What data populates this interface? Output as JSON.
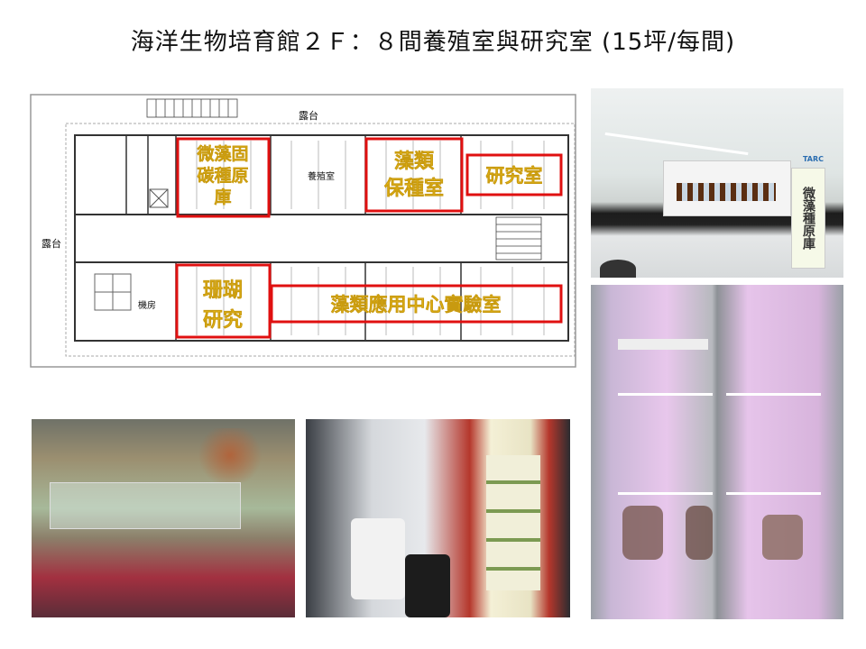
{
  "slide": {
    "title": "海洋生物培育館２Ｆ：８間養殖室與研究室 (15坪/每間)"
  },
  "floor_plan": {
    "labels": {
      "terrace_top": "露台",
      "terrace_left": "露台",
      "culture_room": "養殖室",
      "machine_room": "機房"
    },
    "highlighted_rooms": [
      {
        "lines": [
          "微藻固",
          "碳種原",
          "庫"
        ]
      },
      {
        "lines": [
          "藻類",
          "保種室"
        ]
      },
      {
        "lines": [
          "研究室"
        ]
      },
      {
        "lines": [
          "珊瑚",
          "研究"
        ]
      },
      {
        "lines": [
          "藻類應用中心實驗室"
        ]
      }
    ],
    "highlight_color": "#e01010",
    "text_color": "#f5c518"
  },
  "photos": {
    "lab_sign": "微藻種原庫",
    "lab_logo": "TARC"
  }
}
